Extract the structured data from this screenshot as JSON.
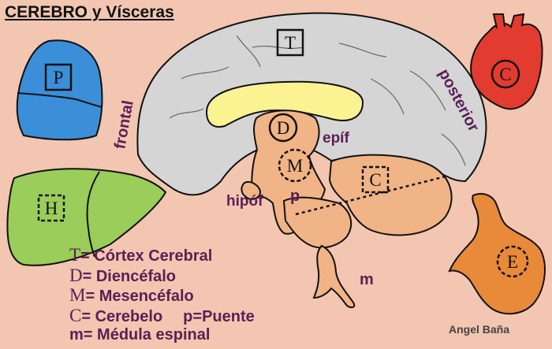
{
  "title": "CEREBRO y Vísceras",
  "brain_labels": {
    "frontal": "frontal",
    "posterior": "posterior",
    "epif": "epíf",
    "hipof": "hipóf",
    "p": "p",
    "m": "m"
  },
  "markers": {
    "T": "T",
    "D": "D",
    "M": "M",
    "C": "C",
    "P": "P",
    "H": "H",
    "E": "E",
    "heart": "C"
  },
  "legend": [
    {
      "letter": "T",
      "text": "= Córtex Cerebral"
    },
    {
      "letter": "D",
      "text": "= Diencéfalo"
    },
    {
      "letter": "M",
      "text": "= Mesencéfalo"
    },
    {
      "letter": "C",
      "text": "= Cerebelo",
      "extra": "p=Puente"
    },
    {
      "letter": "m",
      "text": "= Médula espinal"
    }
  ],
  "credit": "Angel Baña",
  "colors": {
    "background": "#f2c6b0",
    "cortex": "#d5d5d5",
    "corpus_callosum": "#fbf392",
    "brainstem": "#f1b486",
    "lung": "#3a8fd8",
    "liver": "#9acd5a",
    "heart": "#e23b30",
    "stomach": "#e88a3a",
    "label_purple": "#5a1f55"
  }
}
